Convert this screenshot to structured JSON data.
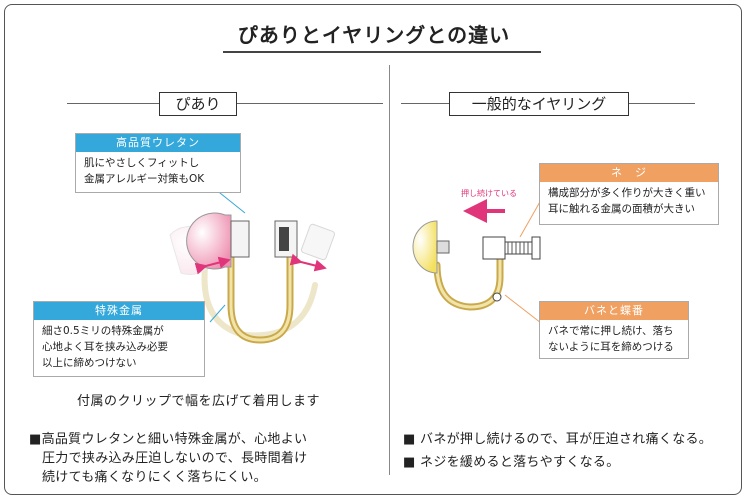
{
  "title": "ぴありとイヤリングとの違い",
  "left": {
    "label": "ぴあり",
    "callout_urethane": {
      "head": "高品質ウレタン",
      "lines": [
        "肌にやさしくフィットし",
        "金属アレルギー対策もOK"
      ]
    },
    "callout_metal": {
      "head": "特殊金属",
      "lines": [
        "細さ0.5ミリの特殊金属が",
        "心地よく耳を挟み込み必要",
        "以上に締めつけない"
      ]
    },
    "caption": "付属のクリップで幅を広げて着用します",
    "note_lines": [
      "■高品質ウレタンと細い特殊金属が、心地よい",
      "圧力で挟み込み圧迫しないので、長時間着け",
      "続けても痛くなりにくく落ちにくい。"
    ]
  },
  "right": {
    "label": "一般的なイヤリング",
    "callout_screw": {
      "head": "ネ　ジ",
      "lines": [
        "構成部分が多く作りが大きく重い",
        "耳に触れる金属の面積が大きい"
      ]
    },
    "callout_spring": {
      "head": "バネと蝶番",
      "lines": [
        "バネで常に押し続け、落ち",
        "ないように耳を締めつける"
      ]
    },
    "push_label": "押し続けている",
    "note_lines": [
      "■ バネが押し続けるので、耳が圧迫され痛くなる。",
      "■ ネジを緩めると落ちやすくなる。"
    ]
  },
  "colors": {
    "blue": "#35a8db",
    "orange": "#f0a060",
    "pink": "#e0357a",
    "gold": "#c9a94a"
  }
}
